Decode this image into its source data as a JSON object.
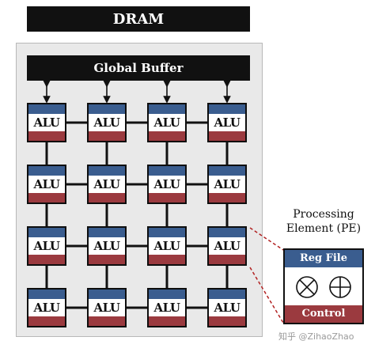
{
  "dram_label": "DRAM",
  "global_buffer_label": "Global Buffer",
  "alu_label": "ALU",
  "grid": {
    "rows": 4,
    "cols": 4
  },
  "pe_caption_line1": "Processing",
  "pe_caption_line2": "Element (PE)",
  "pe_reg_file": "Reg File",
  "pe_control": "Control",
  "pe_ops": [
    "multiply-icon",
    "add-icon"
  ],
  "watermark": "知乎 @ZihaoZhao",
  "colors": {
    "blue": "#3a5d8f",
    "red": "#9b3a3f",
    "dashed_link": "#b22222",
    "array_bg": "#e9e9e9",
    "bar": "#111111"
  }
}
